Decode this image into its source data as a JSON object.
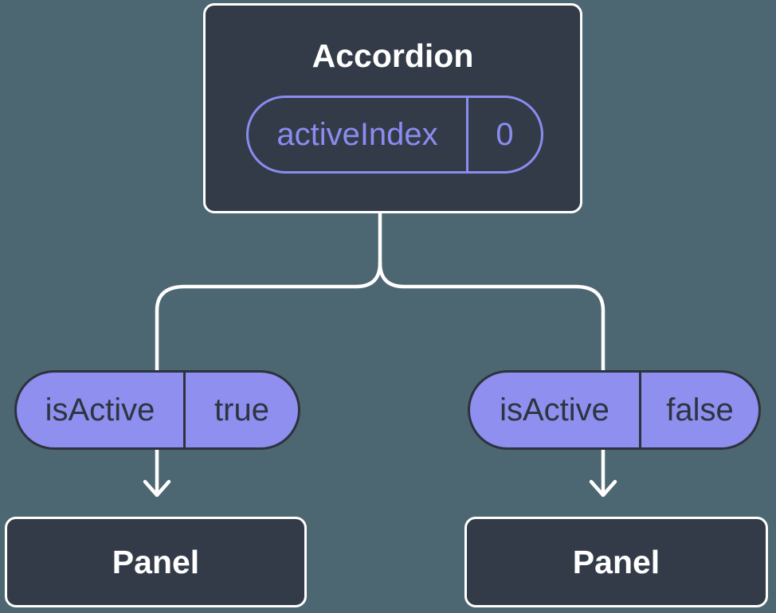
{
  "diagram": {
    "description": "Component tree showing state lifted to a parent Accordion, passed down as props to two Panel children"
  },
  "colors": {
    "background": "#4c6771",
    "node_fill": "#343b48",
    "node_border": "#ffffff",
    "accent_purple": "#8a8cf0",
    "prop_pill_fill": "#8e8fee",
    "prop_pill_border": "#2d323c",
    "prop_pill_text": "#2e3440",
    "connector": "#ffffff",
    "title_text": "#ffffff"
  },
  "tree": {
    "root": {
      "title": "Accordion",
      "state": {
        "name": "activeIndex",
        "value": "0"
      }
    },
    "children": [
      {
        "prop": {
          "name": "isActive",
          "value": "true"
        },
        "node": {
          "title": "Panel"
        }
      },
      {
        "prop": {
          "name": "isActive",
          "value": "false"
        },
        "node": {
          "title": "Panel"
        }
      }
    ]
  }
}
